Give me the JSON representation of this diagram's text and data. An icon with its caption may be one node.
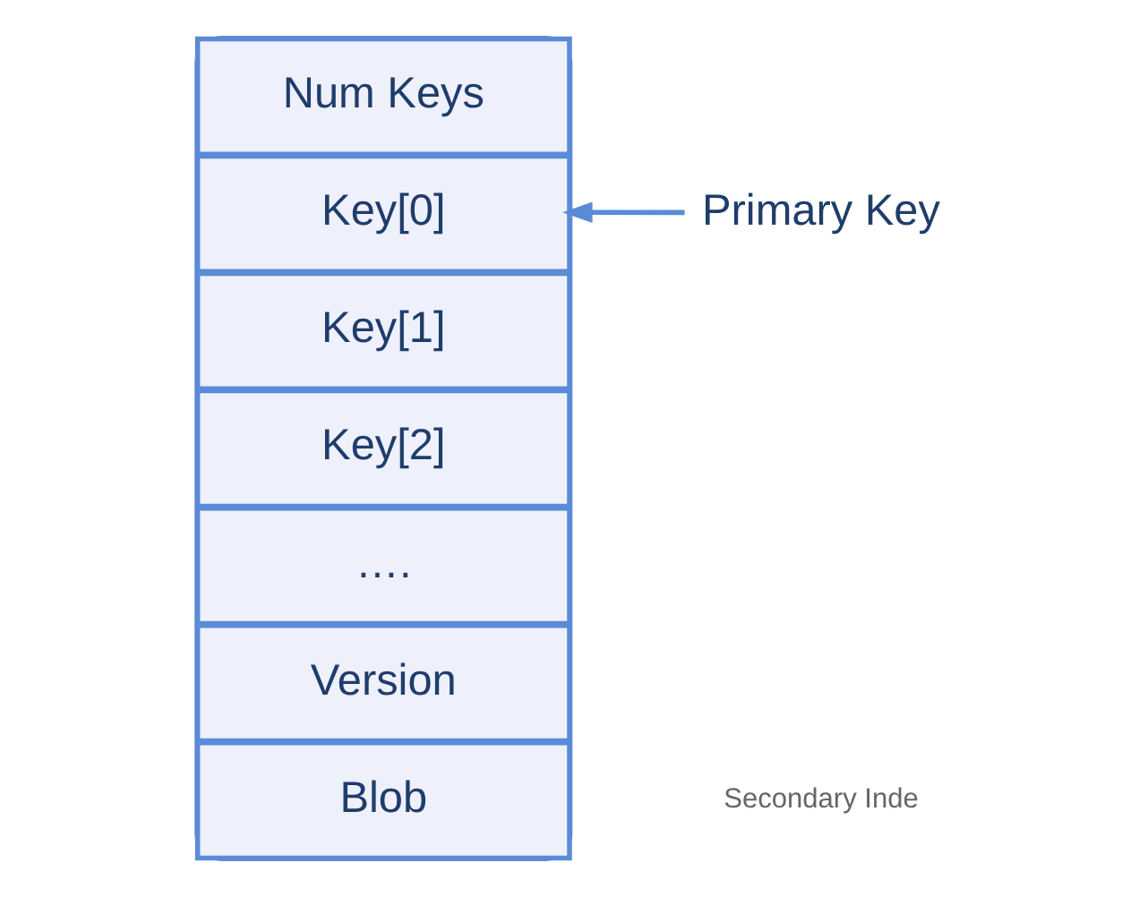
{
  "diagram": {
    "nodes": [
      {
        "text": [],
        "shape": "box"
      },
      {
        "text": [
          "Num Keys"
        ],
        "in": 0
      },
      {
        "text": [
          "Key[0]"
        ],
        "in": 0
      },
      {
        "text": [
          "Key[1]"
        ],
        "in": 0
      },
      {
        "text": [
          "Key[2]"
        ],
        "in": 0
      },
      {
        "text": [
          "…."
        ],
        "in": 0
      },
      {
        "text": [
          "Version"
        ],
        "in": 0
      },
      {
        "text": [
          "Blob"
        ],
        "in": 0
      },
      {
        "text": [
          "Primary Key"
        ]
      }
    ],
    "edges": [
      {
        "from": 8,
        "to": 2,
        "arrow": "to"
      }
    ],
    "labels": [
      "Secondary Inde"
    ]
  }
}
